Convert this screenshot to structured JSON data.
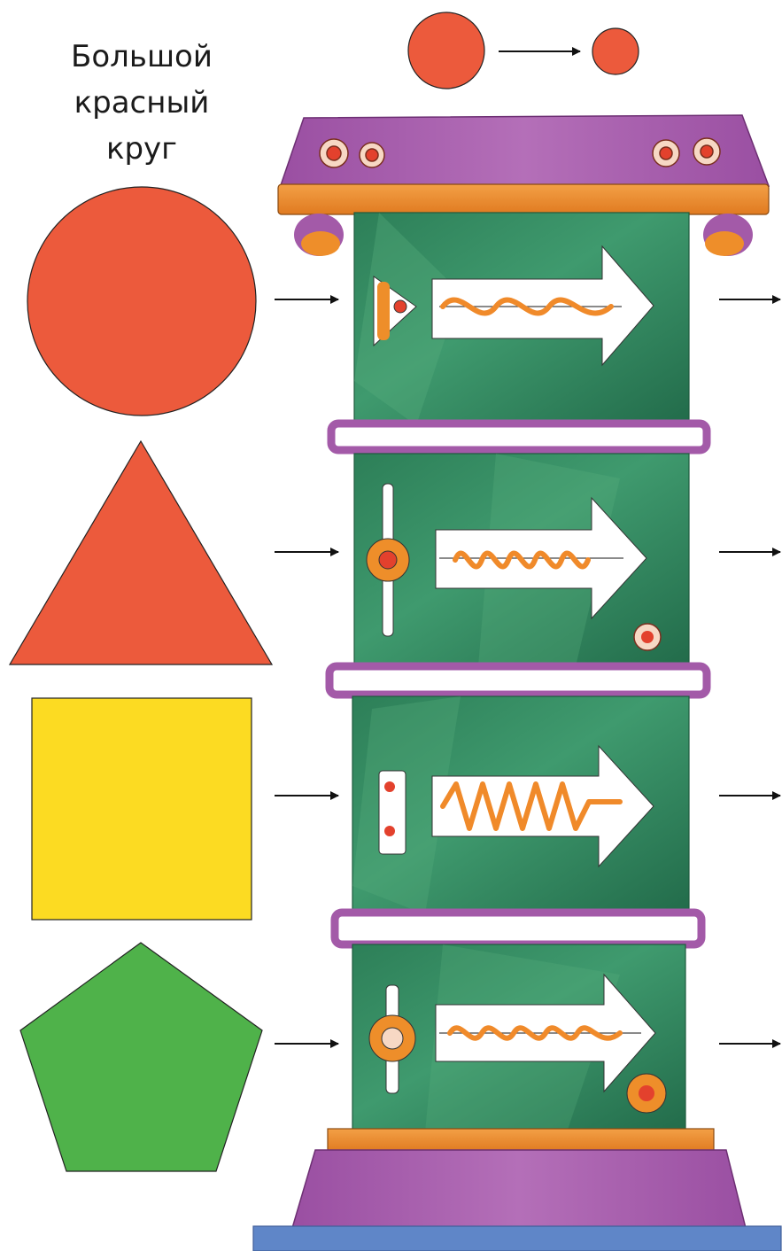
{
  "caption": {
    "line1": "Большой",
    "line2": "красный",
    "line3": "круг"
  },
  "colors": {
    "shape_red": "#ec5a3c",
    "shape_yellow": "#fcdb22",
    "shape_green": "#4fb24a",
    "machine_purple": "#a35aa8",
    "machine_orange": "#ee8e2a",
    "machine_green": "#2f8a5e",
    "machine_base_blue": "#5f86c8",
    "accent_orange": "#f08a2a",
    "arrow_black": "#111111",
    "panel_white": "#ffffff"
  },
  "shapes": [
    "circle",
    "triangle",
    "square",
    "pentagon"
  ],
  "transform_hint": {
    "from": "large-circle",
    "to": "small-circle"
  },
  "machine": {
    "modules": 4,
    "module_icons": [
      "knob-with-dial",
      "knob-with-bar",
      "slot-with-dots",
      "knob-with-bar"
    ]
  }
}
